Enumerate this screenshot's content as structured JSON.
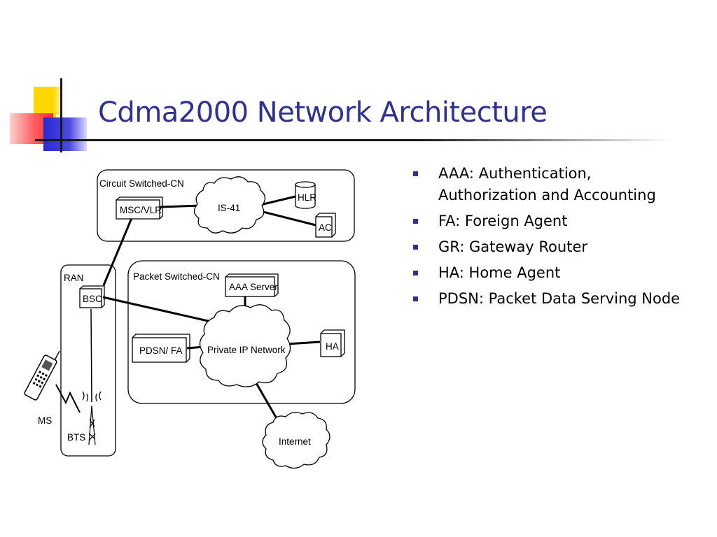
{
  "slide": {
    "title": "Cdma2000 Network Architecture"
  },
  "diagram": {
    "groups": {
      "circuit": "Circuit Switched-CN",
      "packet": "Packet Switched-CN",
      "ran": "RAN"
    },
    "nodes": {
      "msc_vlr": "MSC/VLR",
      "is41": "IS-41",
      "hlr": "HLR",
      "ac": "AC",
      "bsc": "BSC",
      "aaa_server": "AAA Server",
      "pdsn_fa": "PDSN/ FA",
      "private_ip": "Private IP Network",
      "ha": "HA",
      "internet": "Internet",
      "ms": "MS",
      "bts": "BTS"
    }
  },
  "bullets": [
    "AAA: Authentication, Authorization and Accounting",
    "FA: Foreign Agent",
    "GR: Gateway Router",
    "HA: Home Agent",
    "PDSN: Packet Data Serving Node"
  ],
  "colors": {
    "title": "#2e3192",
    "bullet": "#2e3192",
    "deco_yellow": "#ffd700",
    "deco_red": "#ff3a3a",
    "deco_blue": "#3333cc"
  }
}
